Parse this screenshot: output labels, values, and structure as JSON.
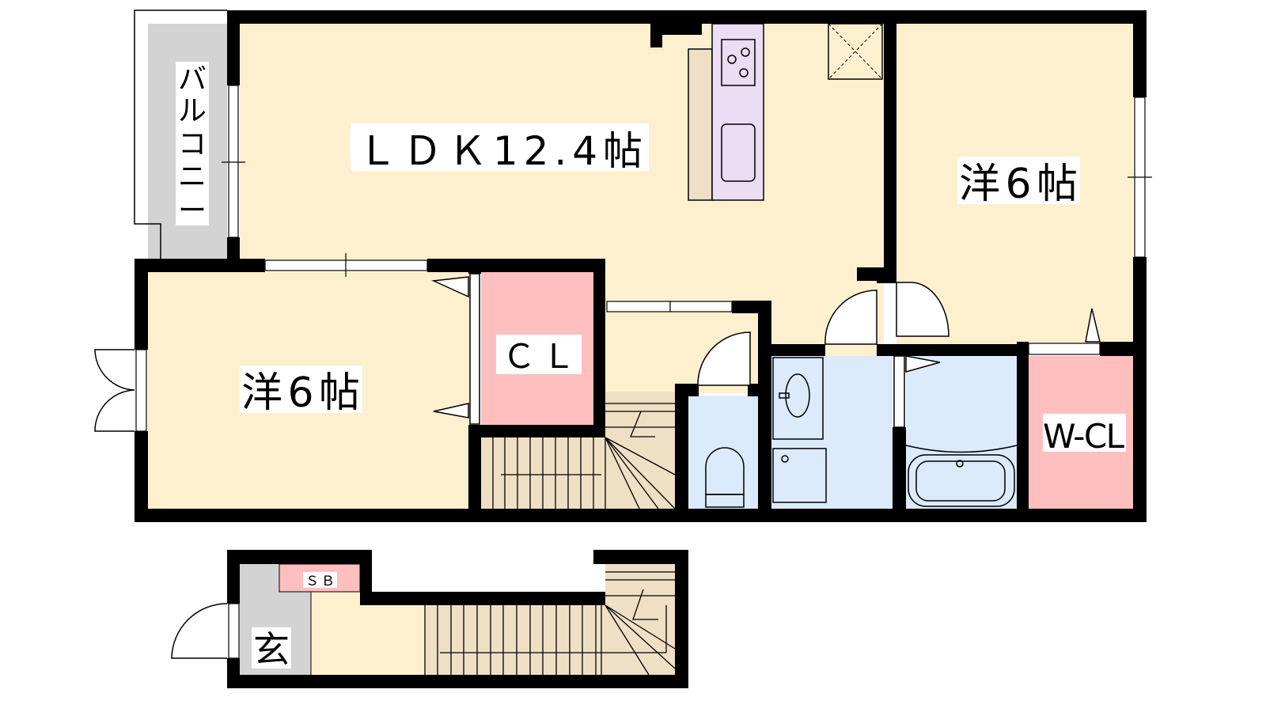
{
  "rooms": {
    "ldk": "ＬＤＫ12.4帖",
    "bedroom_right": "洋6帖",
    "bedroom_left": "洋6帖",
    "closet": "ＣＬ",
    "walk_in_closet": "W-CL",
    "balcony": [
      "バ",
      "ル",
      "コ",
      "ニ",
      "ー"
    ],
    "entrance": "玄",
    "shoe_box": "ＳＢ"
  },
  "colors": {
    "floor": "#fdf0cf",
    "closet": "#ffbfbf",
    "wet_area": "#dbebfb",
    "stairs": "#efdfc5",
    "kitchen": "#ecdcf4",
    "balcony": "#d3d3d3",
    "wall": "#000000"
  }
}
